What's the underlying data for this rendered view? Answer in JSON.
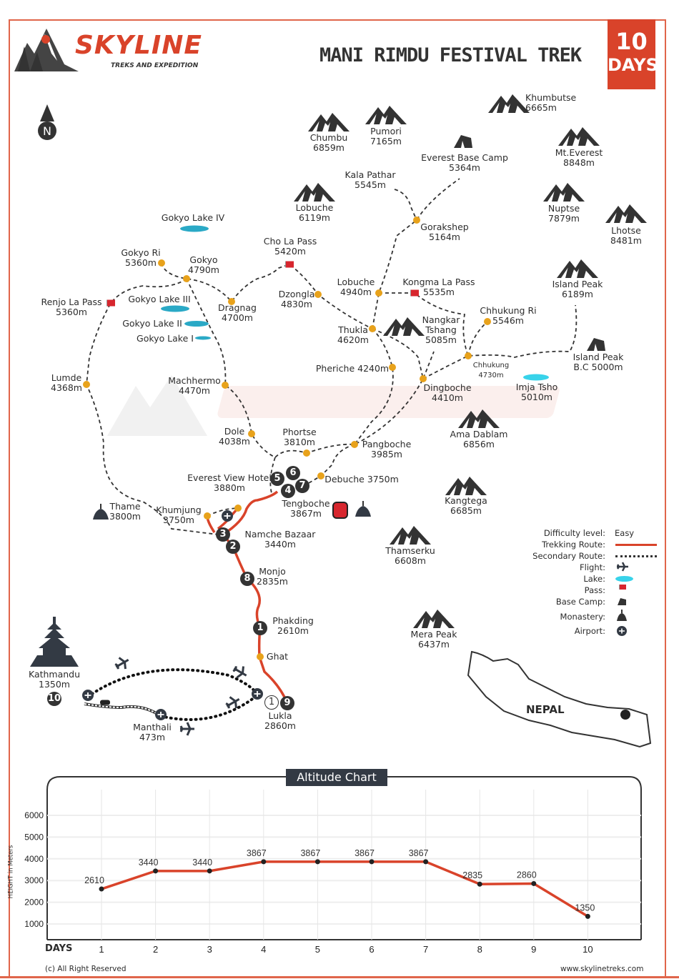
{
  "header": {
    "brand": "SKYLINE",
    "brand_sub": "TREKS AND EXPEDITION",
    "title": "MANI RIMDU FESTIVAL TREK",
    "days_number": "10",
    "days_label": "DAYS"
  },
  "compass": "N",
  "colors": {
    "accent": "#d9432a",
    "route": "#d9432a",
    "point": "#e8a21b",
    "lake": "#2aa9c6",
    "dark": "#333a44"
  },
  "peaks": [
    {
      "name": "Khumbutse",
      "elev": "6665m"
    },
    {
      "name": "Chumbu",
      "elev": "6859m"
    },
    {
      "name": "Pumori",
      "elev": "7165m"
    },
    {
      "name": "Mt.Everest",
      "elev": "8848m"
    },
    {
      "name": "Lobuche",
      "elev": "6119m"
    },
    {
      "name": "Nuptse",
      "elev": "7879m"
    },
    {
      "name": "Lhotse",
      "elev": "8481m"
    },
    {
      "name": "Island Peak",
      "elev": "6189m"
    },
    {
      "name": "Ama Dablam",
      "elev": "6856m"
    },
    {
      "name": "Kangtega",
      "elev": "6685m"
    },
    {
      "name": "Thamserku",
      "elev": "6608m"
    },
    {
      "name": "Mera Peak",
      "elev": "6437m"
    },
    {
      "name": "Nangkar Tshang",
      "elev": "5085m"
    }
  ],
  "places": [
    {
      "name": "Everest Base Camp",
      "elev": "5364m"
    },
    {
      "name": "Kala Pathar",
      "elev": "5545m"
    },
    {
      "name": "Gorakshep",
      "elev": "5164m"
    },
    {
      "name": "Lobuche",
      "elev": "4940m"
    },
    {
      "name": "Kongma La Pass",
      "elev": "5535m"
    },
    {
      "name": "Chhukung Ri",
      "elev": "5546m"
    },
    {
      "name": "Thukla",
      "elev": "4620m"
    },
    {
      "name": "Chhukung",
      "elev": "4730m"
    },
    {
      "name": "Island Peak",
      "elev": "B.C 5000m"
    },
    {
      "name": "Pheriche 4240m",
      "elev": ""
    },
    {
      "name": "Dingboche",
      "elev": "4410m"
    },
    {
      "name": "Imja Tsho",
      "elev": "5010m"
    },
    {
      "name": "Gokyo Lake IV",
      "elev": ""
    },
    {
      "name": "Gokyo Ri",
      "elev": "5360m"
    },
    {
      "name": "Gokyo",
      "elev": "4790m"
    },
    {
      "name": "Cho La Pass",
      "elev": "5420m"
    },
    {
      "name": "Dzongla",
      "elev": "4830m"
    },
    {
      "name": "Dragnag",
      "elev": "4700m"
    },
    {
      "name": "Renjo La Pass",
      "elev": "5360m"
    },
    {
      "name": "Gokyo Lake III",
      "elev": ""
    },
    {
      "name": "Gokyo Lake II",
      "elev": ""
    },
    {
      "name": "Gokyo Lake I",
      "elev": ""
    },
    {
      "name": "Lumde",
      "elev": "4368m"
    },
    {
      "name": "Machhermo",
      "elev": "4470m"
    },
    {
      "name": "Dole",
      "elev": "4038m"
    },
    {
      "name": "Phortse",
      "elev": "3810m"
    },
    {
      "name": "Pangboche",
      "elev": "3985m"
    },
    {
      "name": "Debuche 3750m",
      "elev": ""
    },
    {
      "name": "Everest View Hotel",
      "elev": "3880m"
    },
    {
      "name": "Khumjung",
      "elev": "3750m"
    },
    {
      "name": "Thame",
      "elev": "3800m"
    },
    {
      "name": "Tengboche",
      "elev": "3867m"
    },
    {
      "name": "Namche Bazaar",
      "elev": "3440m"
    },
    {
      "name": "Monjo",
      "elev": "2835m"
    },
    {
      "name": "Phakding",
      "elev": "2610m"
    },
    {
      "name": "Ghat",
      "elev": ""
    },
    {
      "name": "Lukla",
      "elev": "2860m"
    },
    {
      "name": "Kathmandu",
      "elev": "1350m"
    },
    {
      "name": "Manthali",
      "elev": "473m"
    }
  ],
  "day_markers": [
    "5",
    "6",
    "4",
    "7",
    "3",
    "2",
    "8",
    "1",
    "9",
    "1",
    "10"
  ],
  "country": "NEPAL",
  "legend": {
    "difficulty_label": "Difficulty level:",
    "difficulty_value": "Easy",
    "trekking": "Trekking Route:",
    "secondary": "Secondary Route:",
    "flight": "Flight:",
    "lake": "Lake:",
    "pass": "Pass:",
    "base_camp": "Base Camp:",
    "monastery": "Monastery:",
    "airport": "Airport:"
  },
  "chart_data": {
    "type": "line",
    "title": "Altitude Chart",
    "xlabel": "DAYS",
    "ylabel": "HEIGHT in Meters",
    "categories": [
      "1",
      "2",
      "3",
      "4",
      "5",
      "6",
      "7",
      "8",
      "9",
      "10"
    ],
    "values": [
      2610,
      3440,
      3440,
      3867,
      3867,
      3867,
      3867,
      2835,
      2860,
      1350
    ],
    "yticks": [
      "1000",
      "2000",
      "3000",
      "4000",
      "5000",
      "6000"
    ],
    "ylim": [
      0,
      7000
    ],
    "grid": true
  },
  "footer": {
    "copyright": "(c) All Right Reserved",
    "website": "www.skylinetreks.com"
  }
}
